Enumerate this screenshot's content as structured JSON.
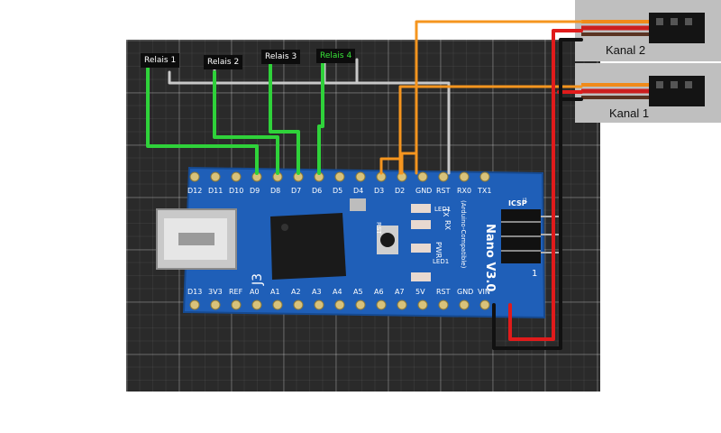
{
  "relays": [
    {
      "label": "Relais 1",
      "pin": "D9"
    },
    {
      "label": "Relais 2",
      "pin": "D8"
    },
    {
      "label": "Relais 3",
      "pin": "D7"
    },
    {
      "label": "Relais 4",
      "pin": "D6"
    }
  ],
  "channels": [
    {
      "label": "Kanal 2",
      "pin": "D2"
    },
    {
      "label": "Kanal 1",
      "pin": "D3"
    }
  ],
  "board": {
    "model": "Nano V3.0",
    "compat": "(Arduino-Compatible)",
    "ref": "J3",
    "icsp": "ICSP",
    "icsp_pin1": "1",
    "j1": "J1",
    "top_pins": [
      "D12",
      "D11",
      "D10",
      "D9",
      "D8",
      "D7",
      "D6",
      "D5",
      "D4",
      "D3",
      "D2",
      "GND",
      "RST",
      "RX0",
      "TX1"
    ],
    "bottom_pins": [
      "D13",
      "3V3",
      "REF",
      "A0",
      "A1",
      "A2",
      "A3",
      "A4",
      "A5",
      "A6",
      "A7",
      "5V",
      "RST",
      "GND",
      "VIN"
    ],
    "leds": [
      "LED1",
      "TX",
      "RX",
      "PWR",
      "LED1"
    ],
    "rst_label": "RST"
  },
  "colors": {
    "signal": "#2fd23a",
    "relay_gnd": "#c8c8c8",
    "channel_signal": "#f5951f",
    "power": "#e01b1b",
    "ground": "#111111",
    "pcb": "#1f5fb8",
    "relay4_label": "#39e639"
  }
}
